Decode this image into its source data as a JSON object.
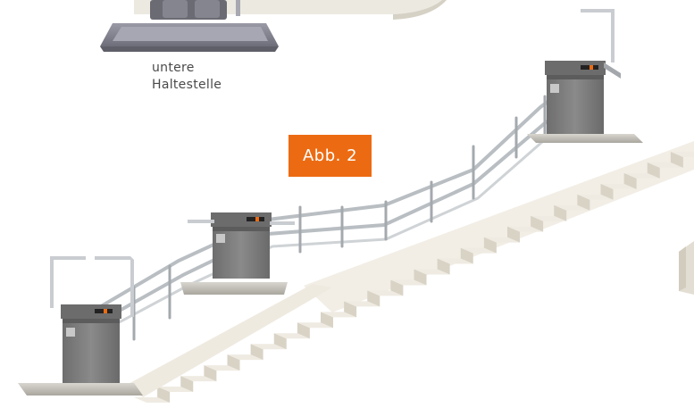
{
  "labels": {
    "stop_line1": "untere",
    "stop_line2": "Haltestelle",
    "figure_label": "Abb. 2"
  },
  "colors": {
    "badge": "#ec6b12",
    "stair_light": "#efebe2",
    "stair_shade": "#d9d3c6",
    "platform": "#8e8e99",
    "lift_body": "#7b7b7b",
    "rail": "#b9bec3"
  }
}
